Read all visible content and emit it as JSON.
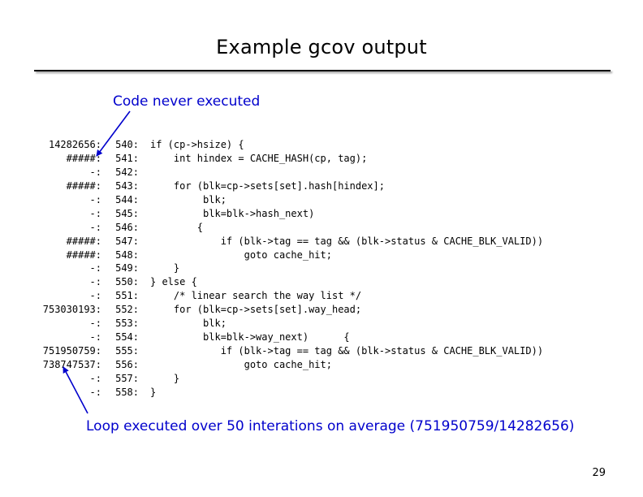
{
  "slide": {
    "title": "Example gcov output",
    "page_number": "29"
  },
  "callouts": {
    "top": "Code never executed",
    "bottom": "Loop executed over 50 interations on average (751950759/14282656)"
  },
  "colors": {
    "callout": "#0000cc",
    "text": "#000000",
    "background": "#ffffff"
  },
  "code_lines": [
    {
      "count": "14282656:",
      "line": "540:",
      "src": "if (cp->hsize) {"
    },
    {
      "count": "#####:",
      "line": "541:",
      "src": "    int hindex = CACHE_HASH(cp, tag);"
    },
    {
      "count": "-:",
      "line": "542:",
      "src": ""
    },
    {
      "count": "#####:",
      "line": "543:",
      "src": "    for (blk=cp->sets[set].hash[hindex];"
    },
    {
      "count": "-:",
      "line": "544:",
      "src": "         blk;"
    },
    {
      "count": "-:",
      "line": "545:",
      "src": "         blk=blk->hash_next)"
    },
    {
      "count": "-:",
      "line": "546:",
      "src": "        {"
    },
    {
      "count": "#####:",
      "line": "547:",
      "src": "            if (blk->tag == tag && (blk->status & CACHE_BLK_VALID))"
    },
    {
      "count": "#####:",
      "line": "548:",
      "src": "                goto cache_hit;"
    },
    {
      "count": "-:",
      "line": "549:",
      "src": "    }"
    },
    {
      "count": "-:",
      "line": "550:",
      "src": "} else {"
    },
    {
      "count": "-:",
      "line": "551:",
      "src": "    /* linear search the way list */"
    },
    {
      "count": "753030193:",
      "line": "552:",
      "src": "    for (blk=cp->sets[set].way_head;"
    },
    {
      "count": "-:",
      "line": "553:",
      "src": "         blk;"
    },
    {
      "count": "-:",
      "line": "554:",
      "src": "         blk=blk->way_next)      {"
    },
    {
      "count": "751950759:",
      "line": "555:",
      "src": "            if (blk->tag == tag && (blk->status & CACHE_BLK_VALID))"
    },
    {
      "count": "738747537:",
      "line": "556:",
      "src": "                goto cache_hit;"
    },
    {
      "count": "-:",
      "line": "557:",
      "src": "    }"
    },
    {
      "count": "-:",
      "line": "558:",
      "src": "}"
    }
  ]
}
